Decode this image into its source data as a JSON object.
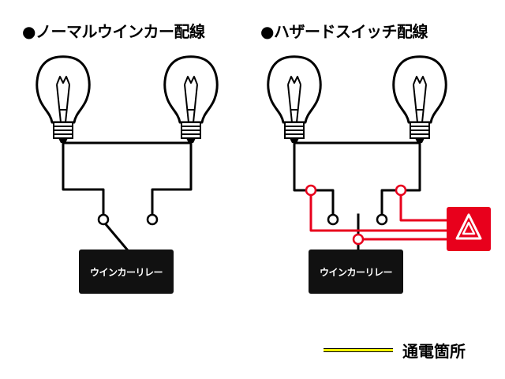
{
  "headings": {
    "left": "●ノーマルウインカー配線",
    "right": "●ハザードスイッチ配線"
  },
  "relay": {
    "left_label": "ウインカーリレー",
    "right_label": "ウインカーリレー"
  },
  "legend": {
    "label": "通電箇所",
    "line_color": "#ffff00"
  },
  "colors": {
    "wire": "#000000",
    "hazard_wire": "#e8001c",
    "hazard_switch": "#e8001c",
    "relay_box": "#111111"
  },
  "icons": [
    "light-bulb-icon",
    "hazard-triangle-icon"
  ]
}
